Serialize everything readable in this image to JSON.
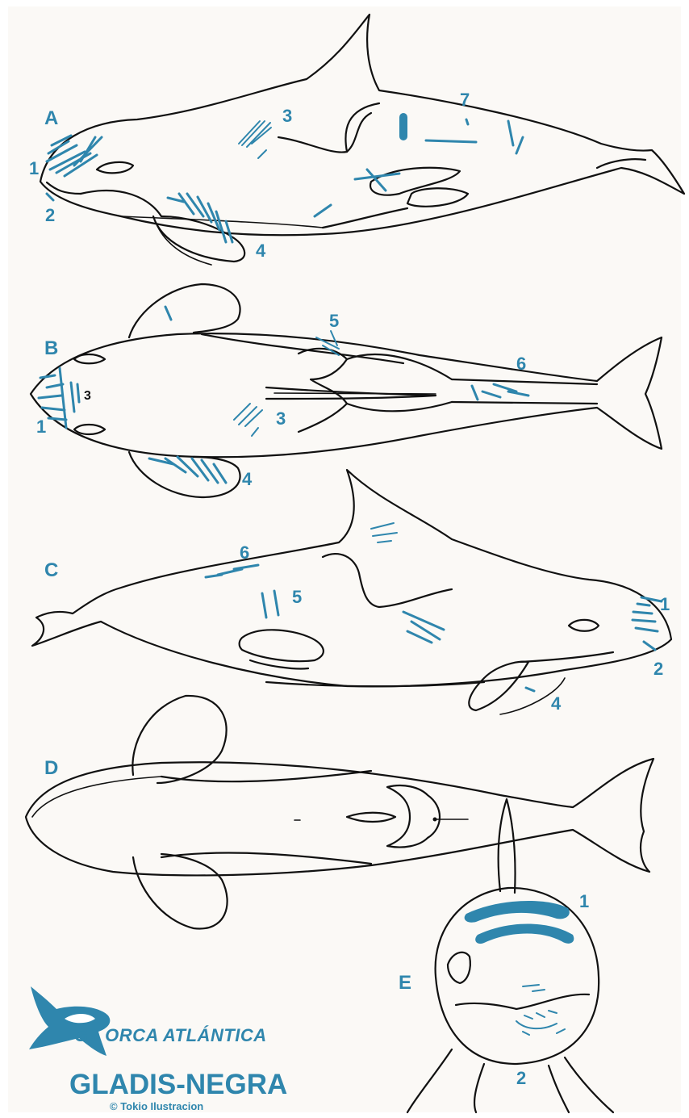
{
  "views": [
    "A",
    "B",
    "C",
    "D",
    "E"
  ],
  "view_A": {
    "numbers": [
      "1",
      "2",
      "3",
      "4",
      "7"
    ]
  },
  "view_B": {
    "numbers": [
      "1",
      "3",
      "3",
      "4",
      "5",
      "6"
    ]
  },
  "view_C": {
    "numbers": [
      "1",
      "2",
      "4",
      "5",
      "6"
    ]
  },
  "view_E": {
    "numbers": [
      "1",
      "2"
    ]
  },
  "logo": {
    "text": "GT ORCA ATLÁNTICA"
  },
  "title": "GLADIS-NEGRA",
  "credit": "© Tokio Ilustracion",
  "colors": {
    "accent": "#2f86ad",
    "ink": "#111111",
    "background": "#fbf9f6"
  },
  "icons": [
    "orca-logo-icon"
  ]
}
